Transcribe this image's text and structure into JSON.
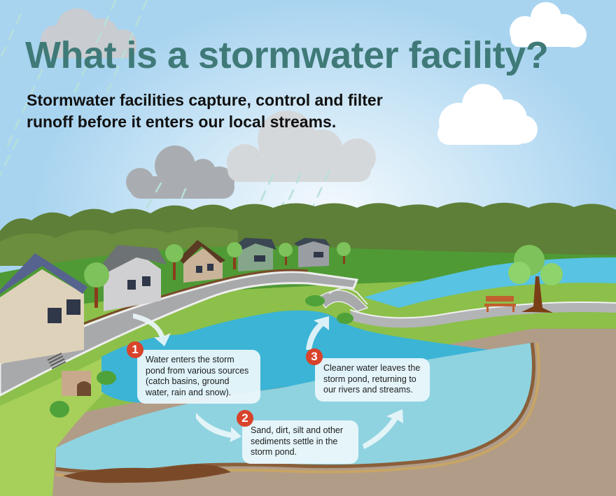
{
  "header": {
    "title": "What is a stormwater facility?",
    "subtitle": "Stormwater facilities capture, control and filter runoff before it enters our local streams."
  },
  "steps": [
    {
      "number": "1",
      "text": "Water enters the storm pond from various sources (catch basins, ground water, rain and snow)."
    },
    {
      "number": "2",
      "text": "Sand, dirt, silt and other sediments settle in the storm pond."
    },
    {
      "number": "3",
      "text": "Cleaner water leaves the storm pond, returning to our rivers and streams."
    }
  ],
  "scene": {
    "elements": [
      "rain-clouds",
      "white-clouds",
      "rain-streaks",
      "tree-line",
      "houses",
      "street",
      "catch-basin-grate",
      "outfall-culvert",
      "storm-pond",
      "footbridge",
      "river",
      "park-bench",
      "tree",
      "sediment-layer"
    ]
  },
  "colors": {
    "title": "#3f7a78",
    "badge": "#d9432b",
    "pond_surface": "#3bb4d6",
    "pond_underwater": "#8fd3e0",
    "grass": "#8cc04a",
    "soil": "#b19c88",
    "tree_line": "#5e7f37"
  }
}
